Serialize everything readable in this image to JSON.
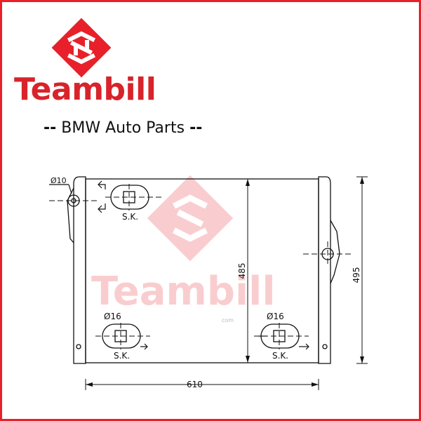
{
  "brand": {
    "name": "Teambill",
    "tagline": "BMW Auto Parts",
    "tagline_dash": "--",
    "watermark_extra": "com",
    "colors": {
      "red": "#e8202a",
      "line": "#111111"
    }
  },
  "drawing": {
    "diameter_top_left": "Ø10",
    "diameter_bottom_left": "Ø16",
    "diameter_bottom_right": "Ø16",
    "bracket_label_top": "S.K.",
    "bracket_label_bottom_left": "S.K.",
    "bracket_label_bottom_right": "S.K.",
    "dim_width": "610",
    "dim_height_inner": "485",
    "dim_height_outer": "495"
  }
}
